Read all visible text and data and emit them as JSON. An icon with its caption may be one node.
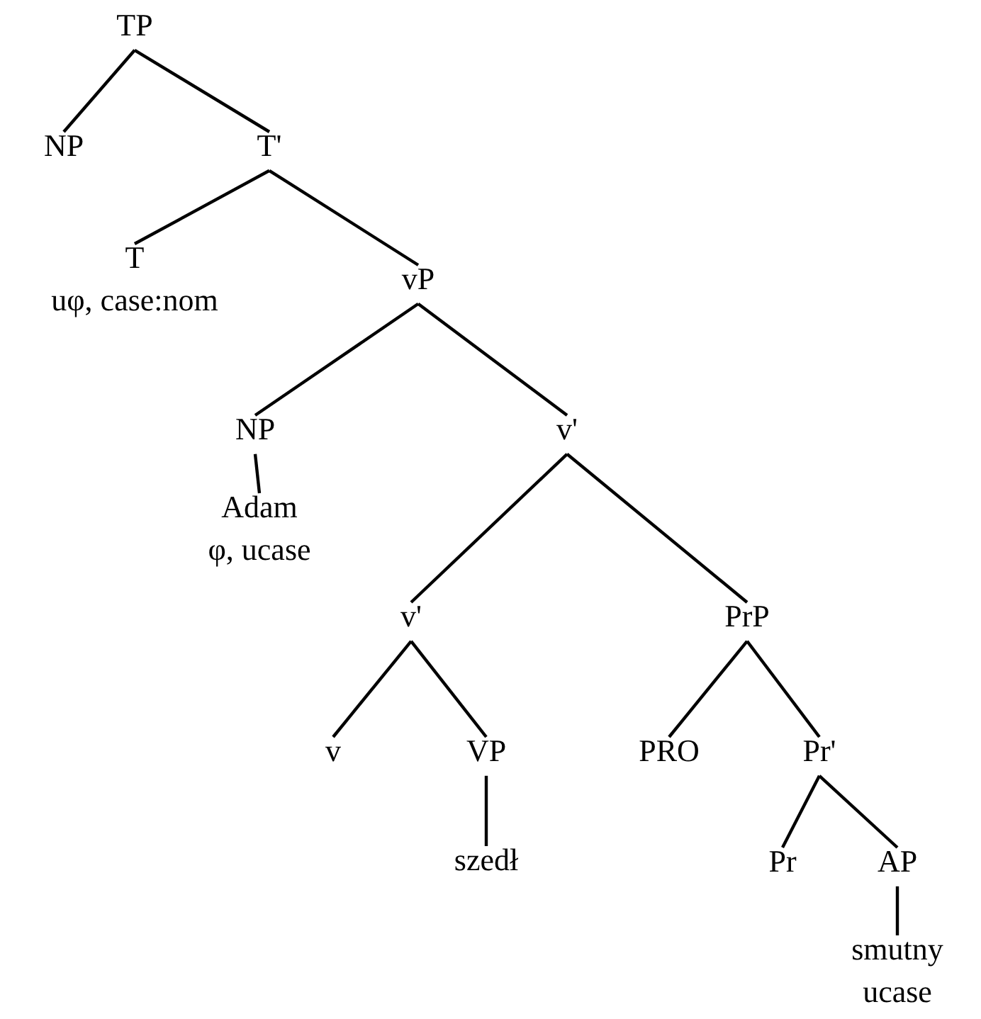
{
  "diagram": {
    "nodes": [
      {
        "text": [
          "TP"
        ]
      },
      {
        "text": [
          "NP"
        ]
      },
      {
        "text": [
          "T'"
        ]
      },
      {
        "text": [
          "T"
        ],
        "beside": [
          "uφ, case:nom"
        ]
      },
      {
        "text": [
          "vP"
        ]
      },
      {
        "text": [
          "NP"
        ]
      },
      {
        "text": [
          "v'"
        ]
      },
      {
        "text": [
          "Adam"
        ],
        "beside": [
          "φ, ucase"
        ]
      },
      {
        "text": [
          "v'"
        ]
      },
      {
        "text": [
          "PrP"
        ]
      },
      {
        "text": [
          "v"
        ]
      },
      {
        "text": [
          "VP"
        ]
      },
      {
        "text": [
          "PRO"
        ]
      },
      {
        "text": [
          "Pr'"
        ]
      },
      {
        "text": [
          "szedł"
        ]
      },
      {
        "text": [
          "Pr"
        ]
      },
      {
        "text": [
          "AP"
        ]
      },
      {
        "text": [
          "smutny"
        ],
        "beside": [
          "ucase"
        ]
      }
    ],
    "edges": [
      {
        "from": 0,
        "to": 1,
        "arrow": "none"
      },
      {
        "from": 0,
        "to": 2,
        "arrow": "none"
      },
      {
        "from": 2,
        "to": 3,
        "arrow": "none"
      },
      {
        "from": 2,
        "to": 4,
        "arrow": "none"
      },
      {
        "from": 4,
        "to": 5,
        "arrow": "none"
      },
      {
        "from": 4,
        "to": 6,
        "arrow": "none"
      },
      {
        "from": 5,
        "to": 7,
        "arrow": "none"
      },
      {
        "from": 6,
        "to": 8,
        "arrow": "none"
      },
      {
        "from": 6,
        "to": 9,
        "arrow": "none"
      },
      {
        "from": 8,
        "to": 10,
        "arrow": "none"
      },
      {
        "from": 8,
        "to": 11,
        "arrow": "none"
      },
      {
        "from": 9,
        "to": 12,
        "arrow": "none"
      },
      {
        "from": 9,
        "to": 13,
        "arrow": "none"
      },
      {
        "from": 11,
        "to": 14,
        "arrow": "none"
      },
      {
        "from": 13,
        "to": 15,
        "arrow": "none"
      },
      {
        "from": 13,
        "to": 16,
        "arrow": "none"
      },
      {
        "from": 16,
        "to": 17,
        "arrow": "none"
      }
    ]
  }
}
